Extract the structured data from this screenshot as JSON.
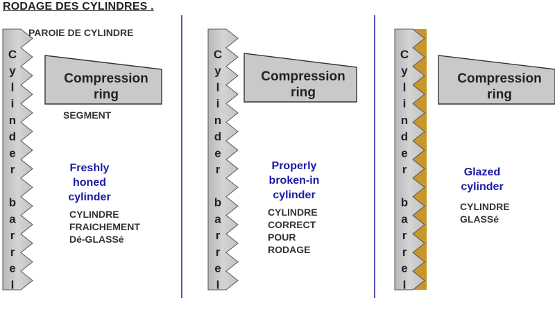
{
  "title": "RODAGE DES CYLINDRES .",
  "wall_label": "PAROIE DE CYLINDRE",
  "segment_label": "SEGMENT",
  "colors": {
    "barrel": "#c4c4c4",
    "ring": "#c9c9c9",
    "glaze": "#c8962a",
    "divider": "#2a2aa0",
    "english_text": "#1a1aa6",
    "french_text": "#333333"
  },
  "panels": [
    {
      "barrel_letters": [
        "C",
        "y",
        "l",
        "i",
        "n",
        "d",
        "e",
        "r",
        "",
        "b",
        "a",
        "r",
        "r",
        "e",
        "l"
      ],
      "ring_label_line1": "Compression",
      "ring_label_line2": "ring",
      "english_caption": "Freshly\nhoned\ncylinder",
      "french_caption": "CYLINDRE\nFRAICHEMENT\nDé-GLASSé",
      "teeth": 14,
      "glazed": false
    },
    {
      "barrel_letters": [
        "C",
        "y",
        "l",
        "i",
        "n",
        "d",
        "e",
        "r",
        "",
        "b",
        "a",
        "r",
        "r",
        "e",
        "l"
      ],
      "ring_label_line1": "Compression",
      "ring_label_line2": "ring",
      "english_caption": "Properly\nbroken-in\ncylinder",
      "french_caption": "CYLINDRE\nCORRECT\nPOUR\nRODAGE",
      "teeth": 14,
      "glazed": false
    },
    {
      "barrel_letters": [
        "C",
        "y",
        "l",
        "i",
        "n",
        "d",
        "e",
        "r",
        "",
        "b",
        "a",
        "r",
        "r",
        "e",
        "l"
      ],
      "ring_label_line1": "Compression",
      "ring_label_line2": "ring",
      "english_caption": "Glazed\ncylinder",
      "french_caption": "CYLINDRE\nGLASSé",
      "teeth": 14,
      "glazed": true
    }
  ]
}
